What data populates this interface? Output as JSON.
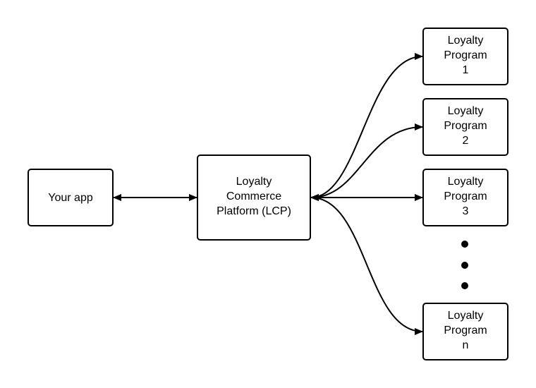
{
  "diagram": {
    "nodes": {
      "your_app": {
        "lines": [
          "Your app"
        ]
      },
      "lcp": {
        "lines": [
          "Loyalty",
          "Commerce",
          "Platform (LCP)"
        ]
      },
      "program_1": {
        "lines": [
          "Loyalty",
          "Program",
          "1"
        ]
      },
      "program_2": {
        "lines": [
          "Loyalty",
          "Program",
          "2"
        ]
      },
      "program_3": {
        "lines": [
          "Loyalty",
          "Program",
          "3"
        ]
      },
      "program_n": {
        "lines": [
          "Loyalty",
          "Program",
          "n"
        ]
      }
    },
    "edges": [
      {
        "from": "your_app",
        "to": "lcp",
        "direction": "both"
      },
      {
        "from": "lcp",
        "to": "program_1",
        "direction": "both"
      },
      {
        "from": "lcp",
        "to": "program_2",
        "direction": "both"
      },
      {
        "from": "lcp",
        "to": "program_3",
        "direction": "both"
      },
      {
        "from": "lcp",
        "to": "program_n",
        "direction": "both"
      }
    ],
    "colors": {
      "stroke": "#000000",
      "fill": "#ffffff",
      "text": "#000000"
    }
  }
}
